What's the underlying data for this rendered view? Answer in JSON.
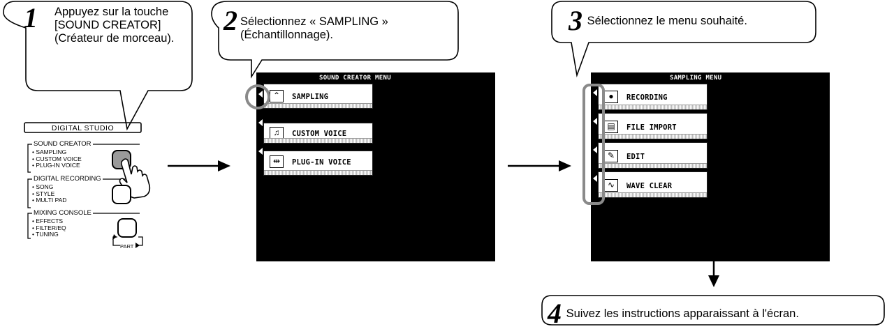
{
  "step1": {
    "num": "1",
    "text": "Appuyez sur la touche [SOUND CREATOR] (Créateur de morceau)."
  },
  "step2": {
    "num": "2",
    "text_line1": "Sélectionnez « SAMPLING »",
    "text_line2": "(Échantillonnage)."
  },
  "step3": {
    "num": "3",
    "text": "Sélectionnez le menu souhaité."
  },
  "step4": {
    "num": "4",
    "text": "Suivez les instructions apparaissant à l'écran."
  },
  "console": {
    "title": "DIGITAL STUDIO",
    "sound_creator": {
      "heading": "SOUND CREATOR",
      "items": [
        "• SAMPLING",
        "• CUSTOM VOICE",
        "• PLUG-IN VOICE"
      ]
    },
    "digital_recording": {
      "heading": "DIGITAL RECORDING",
      "items": [
        "• SONG",
        "• STYLE",
        "• MULTI PAD"
      ]
    },
    "mixing_console": {
      "heading": "MIXING CONSOLE",
      "items": [
        "• EFFECTS",
        "• FILTER/EQ",
        "• TUNING"
      ]
    },
    "part_label": "PART"
  },
  "screen1": {
    "title": "SOUND CREATOR MENU",
    "items": [
      {
        "label": "SAMPLING",
        "icon": "sampling-icon"
      },
      {
        "label": "CUSTOM VOICE",
        "icon": "custom-voice-icon"
      },
      {
        "label": "PLUG-IN VOICE",
        "icon": "plugin-voice-icon"
      }
    ]
  },
  "screen2": {
    "title": "SAMPLING MENU",
    "items": [
      {
        "label": "RECORDING",
        "icon": "recording-icon"
      },
      {
        "label": "FILE IMPORT",
        "icon": "file-import-icon"
      },
      {
        "label": "EDIT",
        "icon": "edit-icon"
      },
      {
        "label": "WAVE CLEAR",
        "icon": "wave-clear-icon"
      }
    ]
  },
  "colors": {
    "screen_bg": "#000000",
    "highlight": "#8a8a8a"
  }
}
